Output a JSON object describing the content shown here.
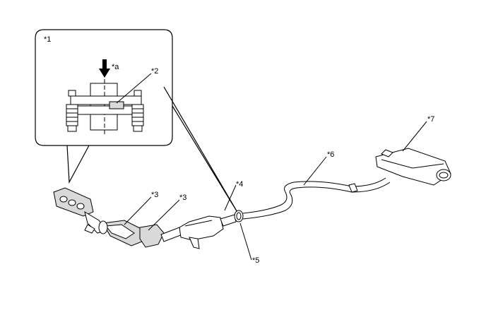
{
  "labels": {
    "detail": "*1",
    "arrow": "*a",
    "gasket": "*2",
    "converter_left": "*3",
    "converter_right": "*3",
    "front_pipe": "*4",
    "joint": "*5",
    "center_pipe": "*6",
    "muffler": "*7"
  }
}
